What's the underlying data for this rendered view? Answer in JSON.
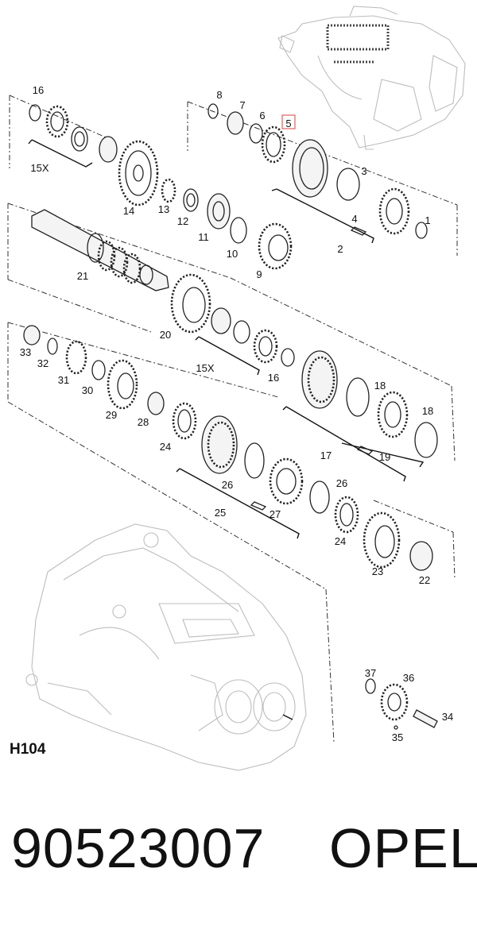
{
  "diagram": {
    "code": "H104",
    "part_number": "90523007",
    "brand": "OPEL",
    "highlighted_callout": "5",
    "callouts": [
      "1",
      "2",
      "3",
      "4",
      "5",
      "6",
      "7",
      "8",
      "9",
      "10",
      "11",
      "12",
      "13",
      "14",
      "15X",
      "16",
      "20",
      "21",
      "15X",
      "16",
      "17",
      "18",
      "18",
      "19",
      "22",
      "23",
      "24",
      "24",
      "25",
      "26",
      "26",
      "27",
      "28",
      "29",
      "30",
      "31",
      "32",
      "33",
      "34",
      "35",
      "36",
      "37"
    ]
  }
}
